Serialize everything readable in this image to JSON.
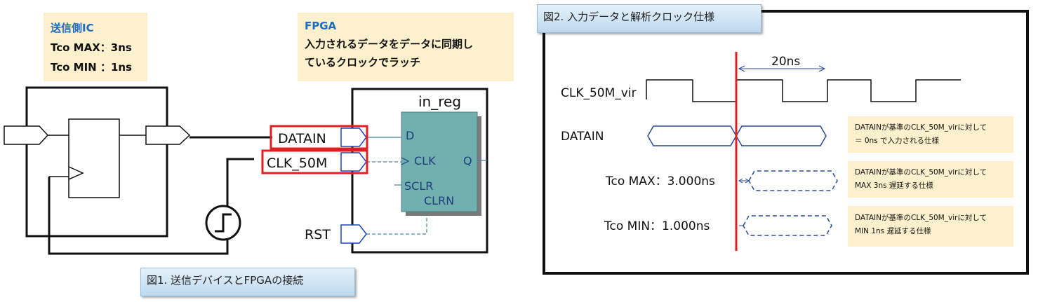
{
  "left": {
    "tx_note": {
      "title": "送信側IC",
      "line1": "Tco MAX：3ns",
      "line2": "Tco MIN ：1ns"
    },
    "fpga_note": {
      "title": "FPGA",
      "line1": "入力されるデータをデータに同期し",
      "line2": "ているクロックでラッチ"
    },
    "reg_title": "in_reg",
    "pin_d": "D",
    "pin_clk": "CLK",
    "pin_q": "Q",
    "pin_sclr": "SCLR",
    "pin_clrn": "CLRN",
    "port_datain": "DATAIN",
    "port_clk": "CLK_50M",
    "port_rst": "RST",
    "caption": "図1. 送信デバイスとFPGAの接続"
  },
  "right": {
    "caption": "図2. 入力データと解析クロック仕様",
    "period_label": "20ns",
    "sig_clk": "CLK_50M_vir",
    "sig_datain": "DATAIN",
    "sig_tco_max": "Tco MAX：3.000ns",
    "sig_tco_min": "Tco MIN：1.000ns",
    "note1_l1": "DATAINが基準のCLK_50M_virに対して",
    "note1_l2": "＝ 0ns で入力される仕様",
    "note2_l1": "DATAINが基準のCLK_50M_virに対して",
    "note2_l2": "MAX 3ns 遅延する仕様",
    "note3_l1": "DATAINが基準のCLK_50M_virに対して",
    "note3_l2": "MIN 1ns 遅延する仕様"
  },
  "colors": {
    "accent_blue": "#1f6cc1",
    "register_fill": "#72b0b0",
    "highlight_red": "#e02020",
    "note_bg": "#fdf0cc",
    "timing_blue": "#2a4a9a"
  }
}
